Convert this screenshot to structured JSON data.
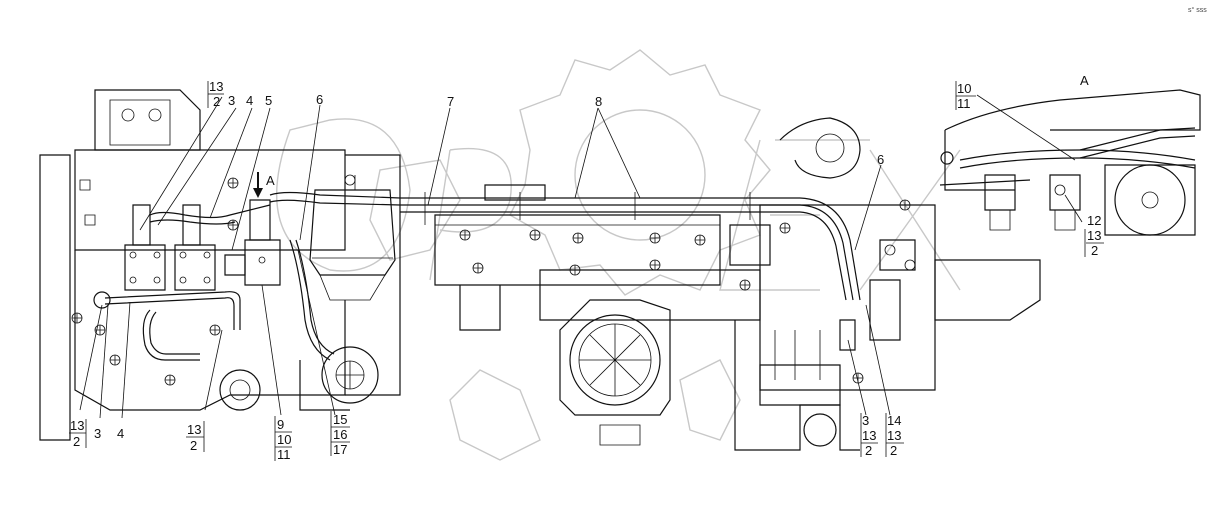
{
  "corner_mark": "s° sss",
  "view_label": "A",
  "callouts": {
    "c13_top": "13",
    "c2_top": "2",
    "c3_top": "3",
    "c4_top": "4",
    "c5_top": "5",
    "c6_left": "6",
    "c7": "7",
    "c8": "8",
    "cA_arrow": "A",
    "c6_right": "6",
    "c10": "10",
    "c11": "11",
    "cA_view": "A",
    "c12": "12",
    "c13_r": "13",
    "c2_r": "2",
    "c13_bl": "13",
    "c2_bl": "2",
    "c3_bl": "3",
    "c4_bl": "4",
    "c13_bm": "13",
    "c2_bm": "2",
    "c9": "9",
    "c10_b": "10",
    "c11_b": "11",
    "c15": "15",
    "c16": "16",
    "c17": "17",
    "c3_br": "3",
    "c13_br1": "13",
    "c2_br1": "2",
    "c14": "14",
    "c13_br2": "13",
    "c2_br2": "2"
  },
  "watermark_text": "OPEX"
}
